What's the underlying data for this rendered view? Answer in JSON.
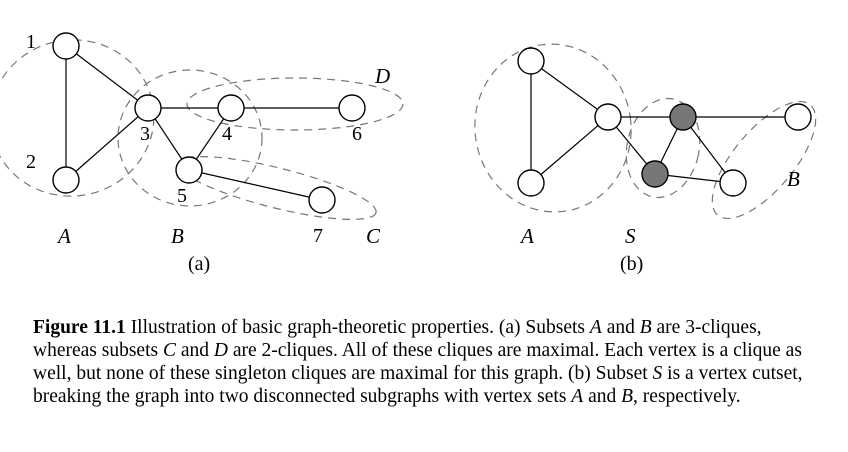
{
  "figure": {
    "panel_a": {
      "vertex_labels": [
        "1",
        "2",
        "3",
        "4",
        "5",
        "6",
        "7"
      ],
      "set_labels": [
        "A",
        "B",
        "C",
        "D"
      ],
      "caption": "(a)"
    },
    "panel_b": {
      "set_labels": [
        "A",
        "S",
        "B"
      ],
      "caption": "(b)"
    }
  },
  "caption": {
    "title": "Figure 11.1",
    "segments": [
      {
        "text": "  Illustration of basic graph-theoretic properties. (a) Subsets ",
        "italic": false
      },
      {
        "text": "A",
        "italic": true
      },
      {
        "text": " and ",
        "italic": false
      },
      {
        "text": "B",
        "italic": true
      },
      {
        "text": " are 3-cliques, whereas subsets ",
        "italic": false
      },
      {
        "text": "C",
        "italic": true
      },
      {
        "text": " and ",
        "italic": false
      },
      {
        "text": "D",
        "italic": true
      },
      {
        "text": " are 2-cliques. All of these cliques are maximal. Each vertex is a clique as well, but none of these singleton cliques are maximal for this graph. (b) Subset ",
        "italic": false
      },
      {
        "text": "S",
        "italic": true
      },
      {
        "text": " is a vertex cutset, breaking the graph into two disconnected subgraphs with vertex sets ",
        "italic": false
      },
      {
        "text": "A",
        "italic": true
      },
      {
        "text": " and ",
        "italic": false
      },
      {
        "text": "B",
        "italic": true
      },
      {
        "text": ", respectively.",
        "italic": false
      }
    ]
  }
}
